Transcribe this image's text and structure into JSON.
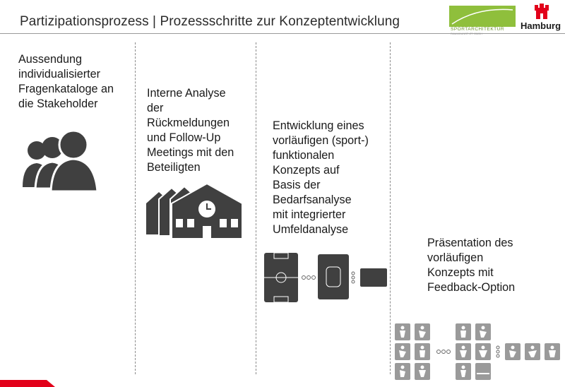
{
  "header": {
    "title": "Partizipationsprozess | Prozessschritte zur Konzeptentwicklung",
    "logo_sport_text": "SPORTARCHITEKTUR",
    "logo_sport_sub": "RAUMKUNST·ZT·GMBH",
    "logo_city_text": "Hamburg"
  },
  "steps": [
    {
      "text": "Aussendung\nindividualisierter\nFragenkataloge an\ndie Stakeholder",
      "icon": "people-group-icon"
    },
    {
      "text": "Interne Analyse\nder\nRückmeldungen\nund Follow-Up\nMeetings mit den\nBeteiligten",
      "icon": "building-clock-icon"
    },
    {
      "text": "Entwicklung eines\nvorläufigen (sport-)\nfunktionalen\nKonzepts auf\nBasis der\nBedarfsanalyse\nmit integrierter\nUmfeldanalyse",
      "icon": "sport-field-icon"
    },
    {
      "text": "Präsentation des\nvorläufigen\nKonzepts mit\nFeedback-Option",
      "icon": "sport-pictogram-grid-icon"
    }
  ],
  "colors": {
    "accent_red": "#e2001a",
    "logo_green": "#8fbf3c",
    "icon_gray": "#404040"
  }
}
